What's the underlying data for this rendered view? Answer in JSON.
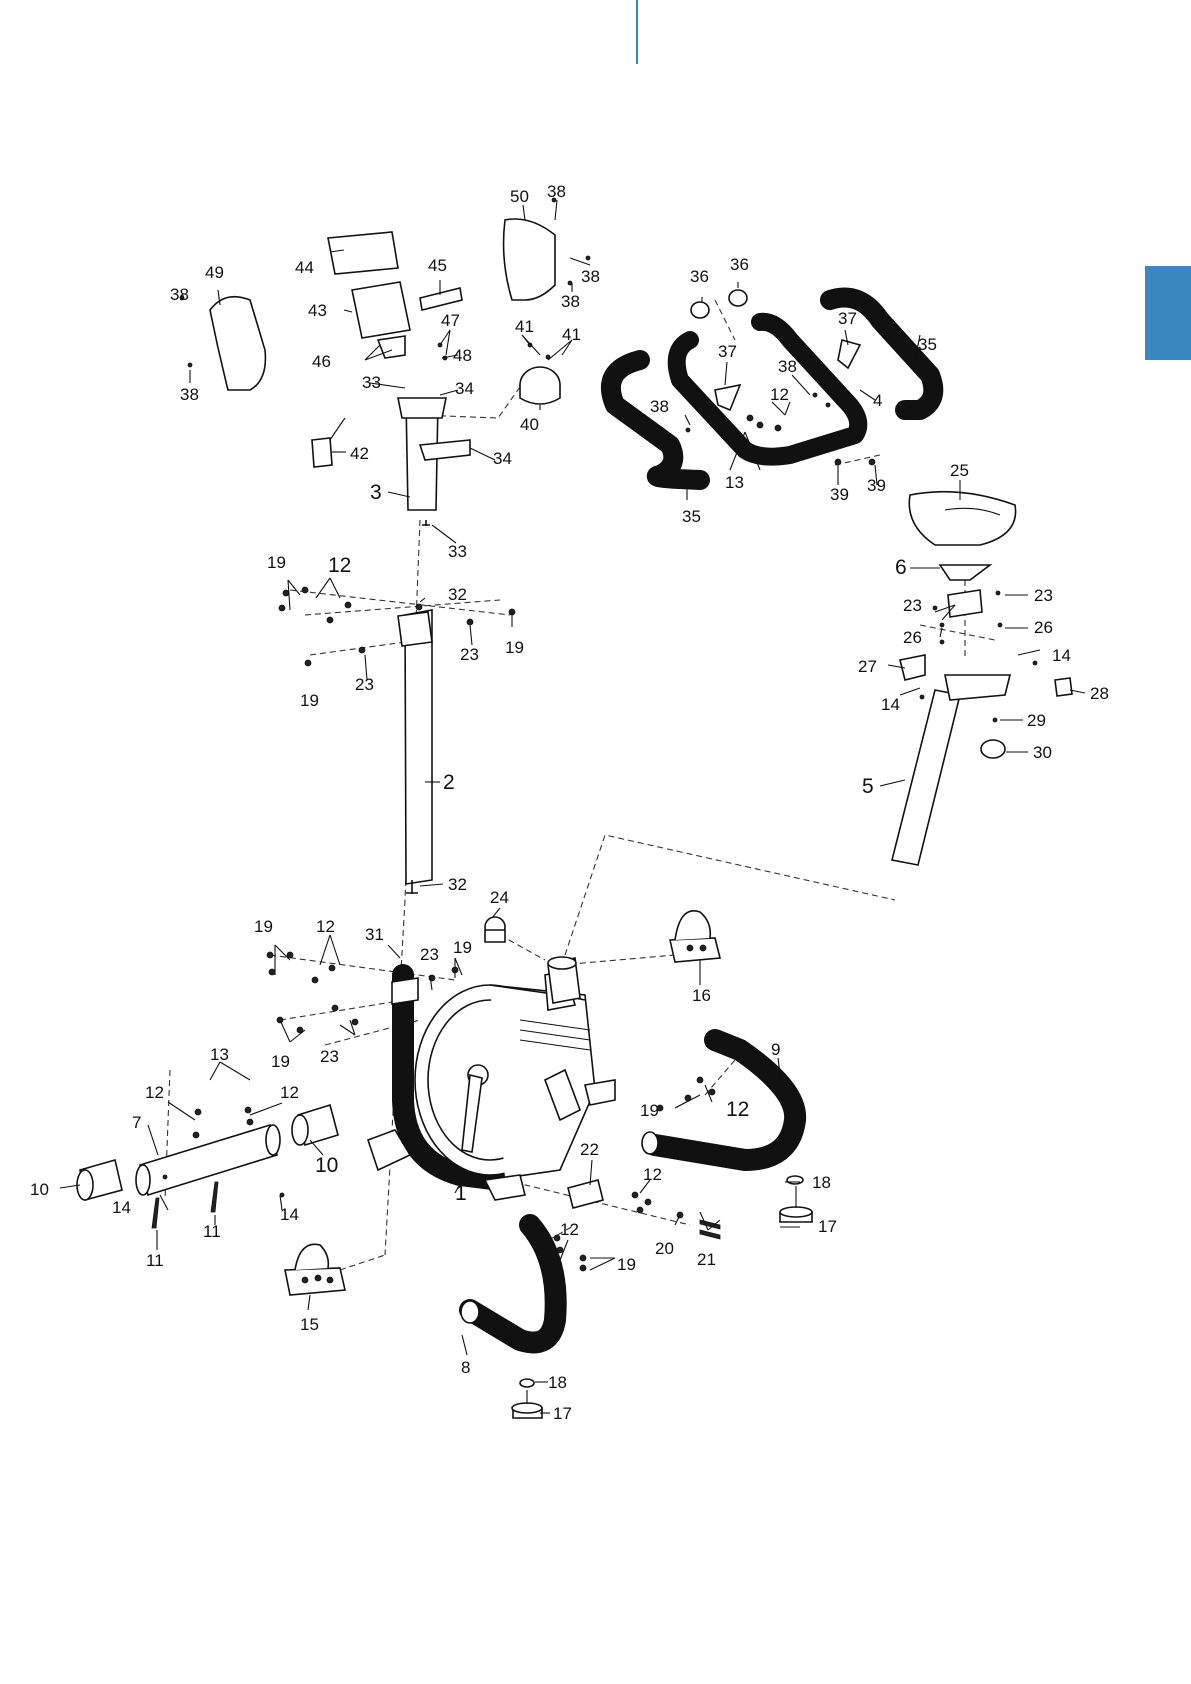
{
  "colors": {
    "accent_blue": "#3a88bd",
    "line": "#111111",
    "background": "#ffffff"
  },
  "labels": {
    "p1": "1",
    "p2": "2",
    "p3": "3",
    "p4": "4",
    "p5": "5",
    "p6": "6",
    "p7": "7",
    "p8": "8",
    "p9": "9",
    "p10a": "10",
    "p10b": "10",
    "p11a": "11",
    "p11b": "11",
    "p12a": "12",
    "p12b": "12",
    "p12c": "12",
    "p12d": "12",
    "p12e": "12",
    "p12f": "12",
    "p12g": "12",
    "p12h": "12",
    "p13a": "13",
    "p13b": "13",
    "p14a": "14",
    "p14b": "14",
    "p14c": "14",
    "p14d": "14",
    "p15": "15",
    "p16": "16",
    "p17a": "17",
    "p17b": "17",
    "p18a": "18",
    "p18b": "18",
    "p19a": "19",
    "p19b": "19",
    "p19c": "19",
    "p19d": "19",
    "p19e": "19",
    "p19f": "19",
    "p19g": "19",
    "p19h": "19",
    "p20": "20",
    "p21": "21",
    "p22": "22",
    "p23a": "23",
    "p23b": "23",
    "p23c": "23",
    "p23d": "23",
    "p23e": "23",
    "p23f": "23",
    "p24": "24",
    "p25": "25",
    "p26a": "26",
    "p26b": "26",
    "p27": "27",
    "p28": "28",
    "p29": "29",
    "p30": "30",
    "p31": "31",
    "p32a": "32",
    "p32b": "32",
    "p33a": "33",
    "p33b": "33",
    "p34a": "34",
    "p34b": "34",
    "p35a": "35",
    "p35b": "35",
    "p36a": "36",
    "p36b": "36",
    "p37a": "37",
    "p37b": "37",
    "p38a": "38",
    "p38b": "38",
    "p38c": "38",
    "p38d": "38",
    "p38e": "38",
    "p38f": "38",
    "p38g": "38",
    "p39a": "39",
    "p39b": "39",
    "p40": "40",
    "p41a": "41",
    "p41b": "41",
    "p42": "42",
    "p43": "43",
    "p44": "44",
    "p45": "45",
    "p46": "46",
    "p47": "47",
    "p48": "48",
    "p49": "49",
    "p50": "50"
  }
}
